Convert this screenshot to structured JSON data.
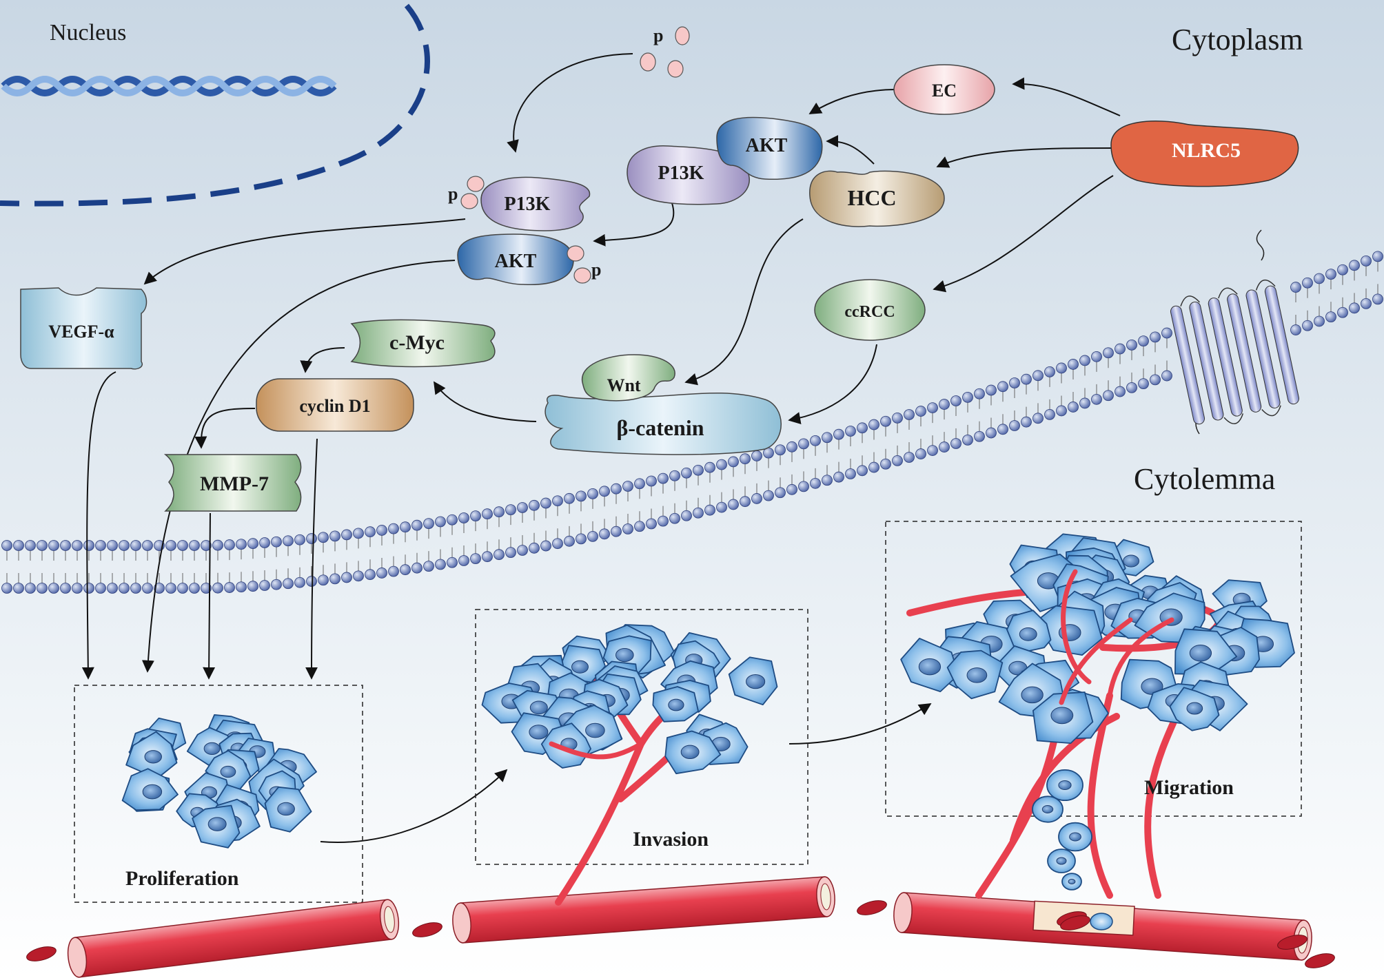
{
  "regions": {
    "nucleus": "Nucleus",
    "cytoplasm": "Cytoplasm",
    "cytolemma": "Cytolemma"
  },
  "nodes": {
    "nlrc5": "NLRC5",
    "ec": "EC",
    "hcc": "HCC",
    "ccrcc": "ccRCC",
    "akt_top": "AKT",
    "pi3k_top": "P13K",
    "pi3k_p": "P13K",
    "akt_p": "AKT",
    "vegf": "VEGF-α",
    "cmyc": "c-Myc",
    "cyclin": "cyclin D1",
    "mmp7": "MMP-7",
    "wnt": "Wnt",
    "bcat": "β-catenin"
  },
  "phosphate": "p",
  "stages": {
    "proliferation": "Proliferation",
    "invasion": "Invasion",
    "migration": "Migration"
  },
  "colors": {
    "background_top": "#cfdbe6",
    "background_bottom": "#ffffff",
    "nucleus_line": "#1a3f88",
    "nlrc5": "#e06544",
    "vessel": "#e8404f",
    "cell": "#7fb4e6",
    "phosphate": "#f7c8c8"
  }
}
